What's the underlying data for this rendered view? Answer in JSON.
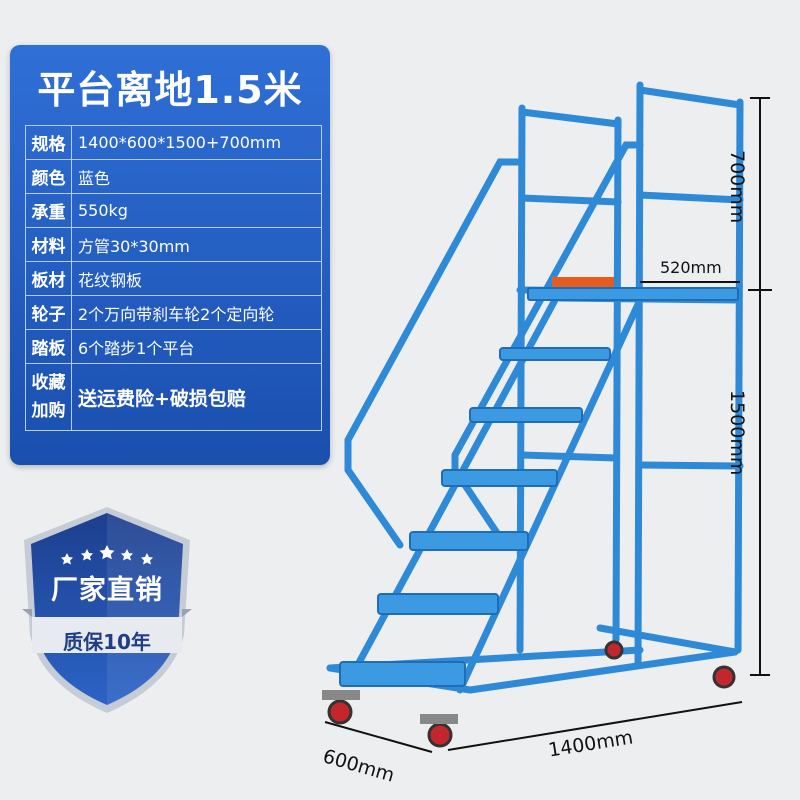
{
  "spec_card": {
    "title": "平台离地1.5米",
    "rows": [
      {
        "key": "规格",
        "value": "1400*600*1500+700mm"
      },
      {
        "key": "颜色",
        "value": "蓝色"
      },
      {
        "key": "承重",
        "value": "550kg"
      },
      {
        "key": "材料",
        "value": "方管30*30mm"
      },
      {
        "key": "板材",
        "value": "花纹钢板"
      },
      {
        "key": "轮子",
        "value": "2个万向带刹车轮2个定向轮"
      },
      {
        "key": "踏板",
        "value": "6个踏步1个平台"
      },
      {
        "key": "收藏\n加购",
        "value": "送运费险+破损包赔"
      }
    ]
  },
  "badge": {
    "line1": "厂家直销",
    "line2": "质保10年"
  },
  "dimensions": {
    "top_height": "700mm",
    "platform_height": "1500mm",
    "platform_depth": "520mm",
    "length": "1400mm",
    "width": "600mm"
  },
  "colors": {
    "card_blue": "#2563c9",
    "ladder_blue": "#2f8ed8",
    "badge_blue": "#1f4fa8"
  }
}
